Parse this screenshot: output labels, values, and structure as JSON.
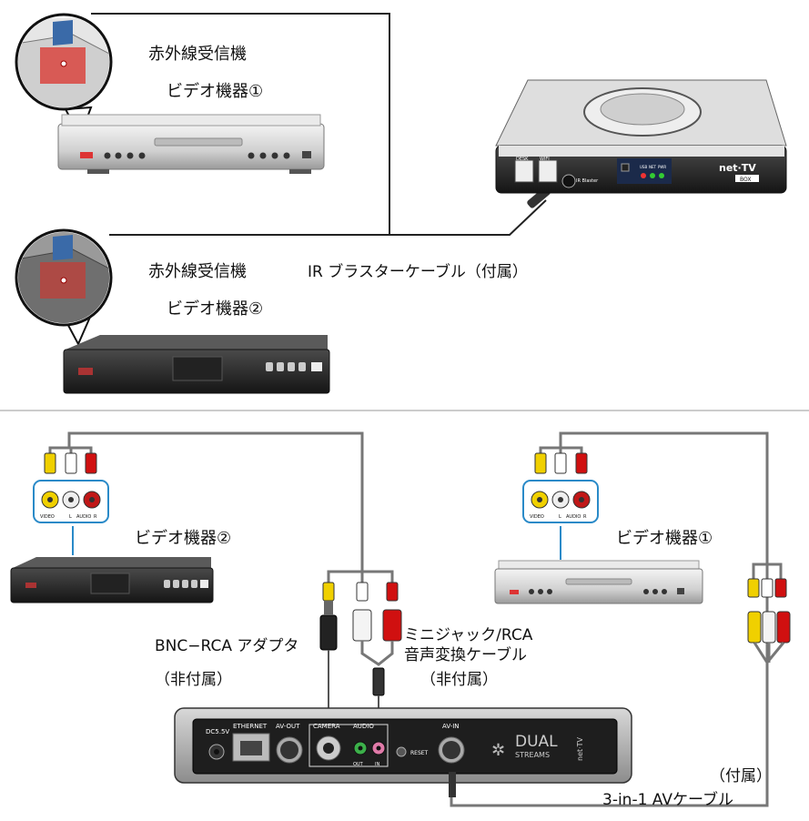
{
  "top_section": {
    "ir_receiver_label_1": "赤外線受信機",
    "device_1_label": "ビデオ機器①",
    "ir_receiver_label_2": "赤外線受信機",
    "device_2_label": "ビデオ機器②",
    "ir_blaster_cable_label": "IR ブラスターケーブル（付属）",
    "settop": {
      "port_label_1": "DESK",
      "port_label_2": "WIFI",
      "port_label_3": "IR Blaster",
      "led_labels": [
        "USB",
        "NET",
        "PWR"
      ],
      "brand": "net·TV",
      "brand_sub": "BOX"
    }
  },
  "bottom_section": {
    "left_device_label": "ビデオ機器②",
    "right_device_label": "ビデオ機器①",
    "jack_labels": {
      "video": "VIDEO",
      "left": "L",
      "audio": "AUDIO",
      "right": "R"
    },
    "bnc_adapter_label": "BNC−RCA アダプタ",
    "bnc_adapter_note": "（非付属）",
    "minijack_label_line1": "ミニジャック/RCA",
    "minijack_label_line2": "音声変換ケーブル",
    "minijack_note": "（非付属）",
    "av_cable_note": "（付属）",
    "av_cable_label": "3-in-1 AVケーブル",
    "unit": {
      "dc_label": "DC5.5V",
      "ethernet_label": "ETHERNET",
      "avout_label": "AV-OUT",
      "camera_label": "CAMERA",
      "audio_label": "AUDIO",
      "out_label": "OUT",
      "in_label": "IN",
      "reset_label": "RESET",
      "avin_label": "AV-IN",
      "brand": "DUAL",
      "brand_sub": "STREAMS",
      "brand_side": "net·TV"
    }
  }
}
